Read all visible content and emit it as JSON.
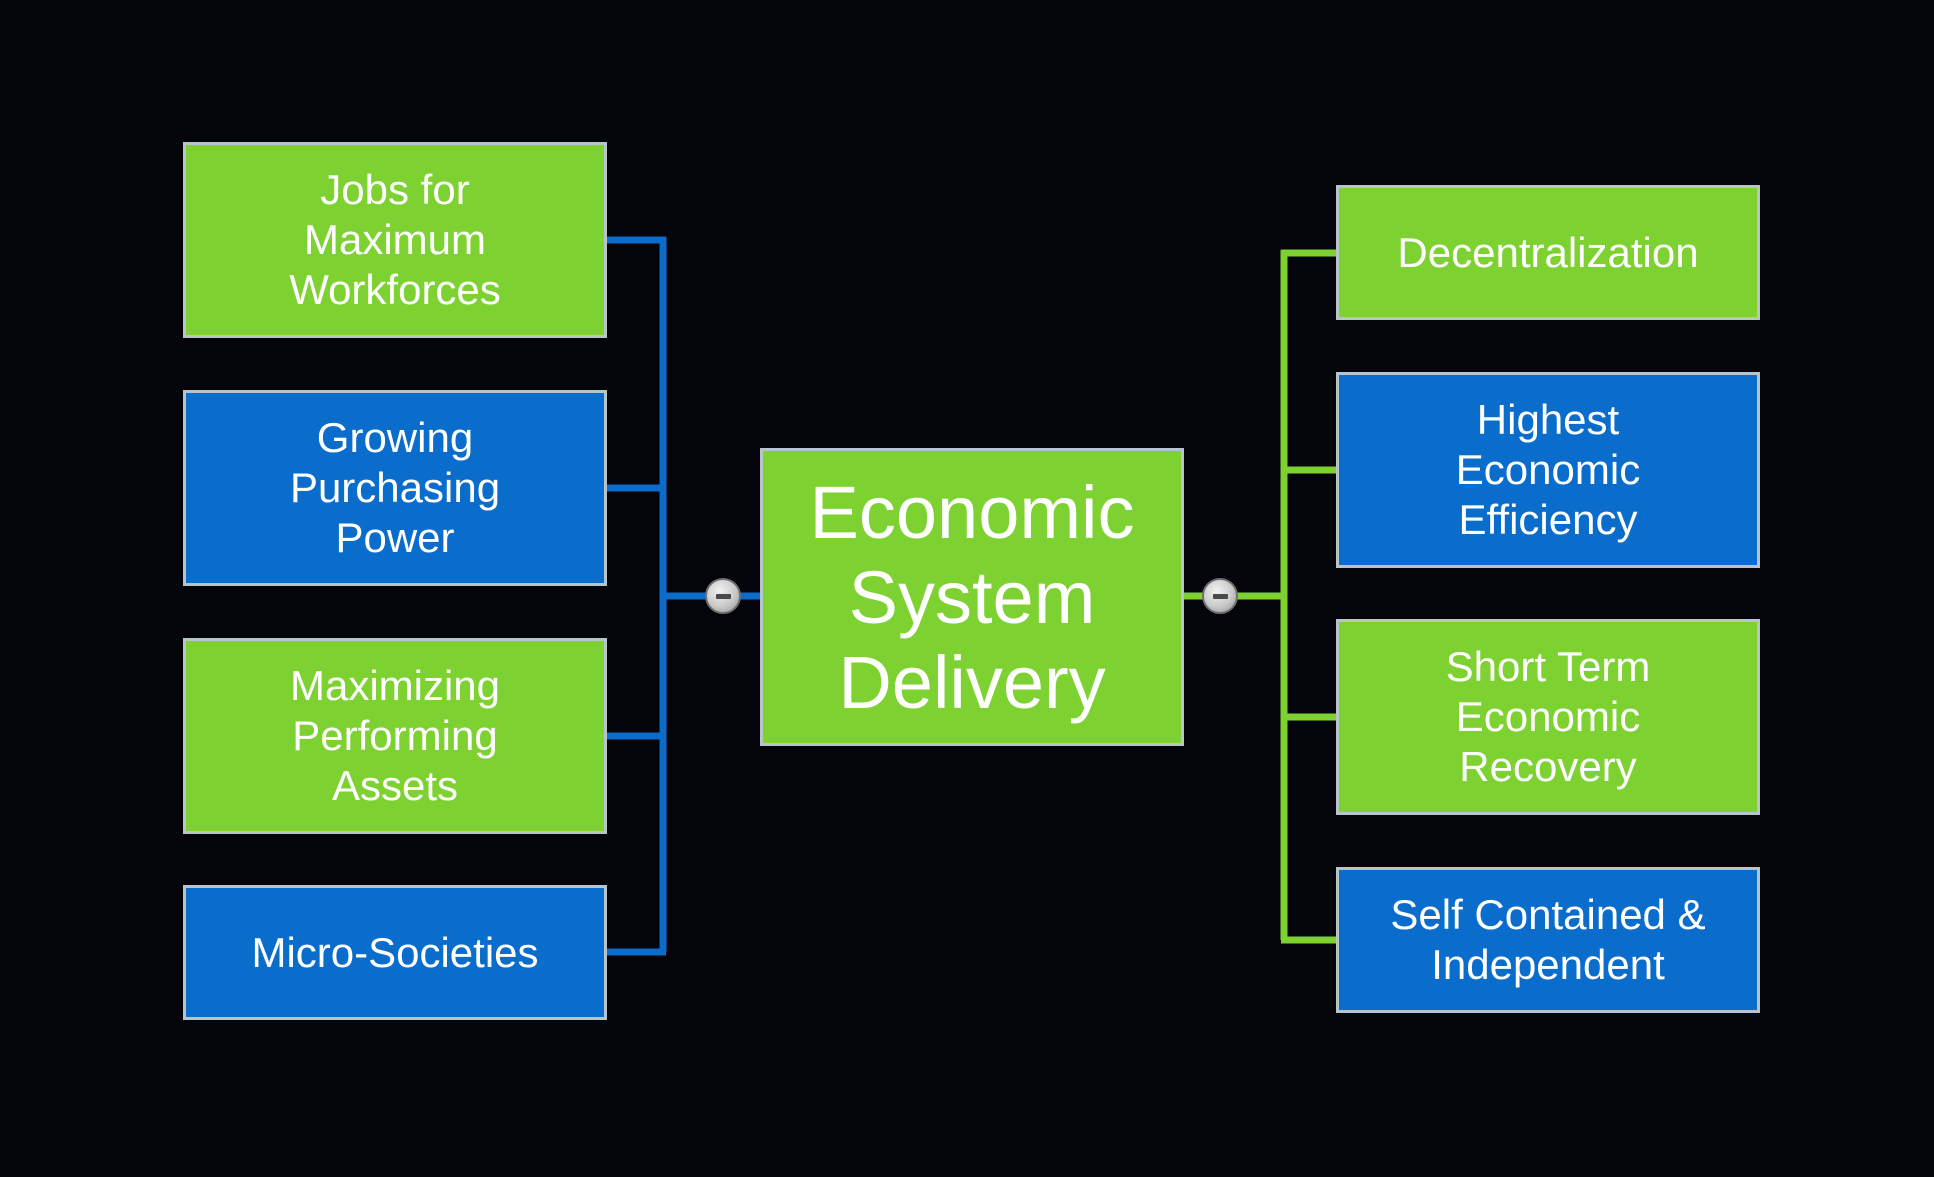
{
  "colors": {
    "background": "#03050a",
    "green": "#7dd232",
    "blue": "#0a6ccb",
    "left_connector": "#0a6ccb",
    "right_connector": "#7dd232",
    "node_border": "#b7c4c9"
  },
  "center": {
    "label": "Economic\nSystem\nDelivery"
  },
  "left_nodes": [
    {
      "label": "Jobs for\nMaximum\nWorkforces"
    },
    {
      "label": "Growing\nPurchasing\nPower"
    },
    {
      "label": "Maximizing\nPerforming\nAssets"
    },
    {
      "label": "Micro-Societies"
    }
  ],
  "right_nodes": [
    {
      "label": "Decentralization"
    },
    {
      "label": "Highest\nEconomic\nEfficiency"
    },
    {
      "label": "Short Term\nEconomic\nRecovery"
    },
    {
      "label": "Self Contained &\nIndependent"
    }
  ],
  "collapse_icons": {
    "left": "minus-icon",
    "right": "minus-icon"
  }
}
